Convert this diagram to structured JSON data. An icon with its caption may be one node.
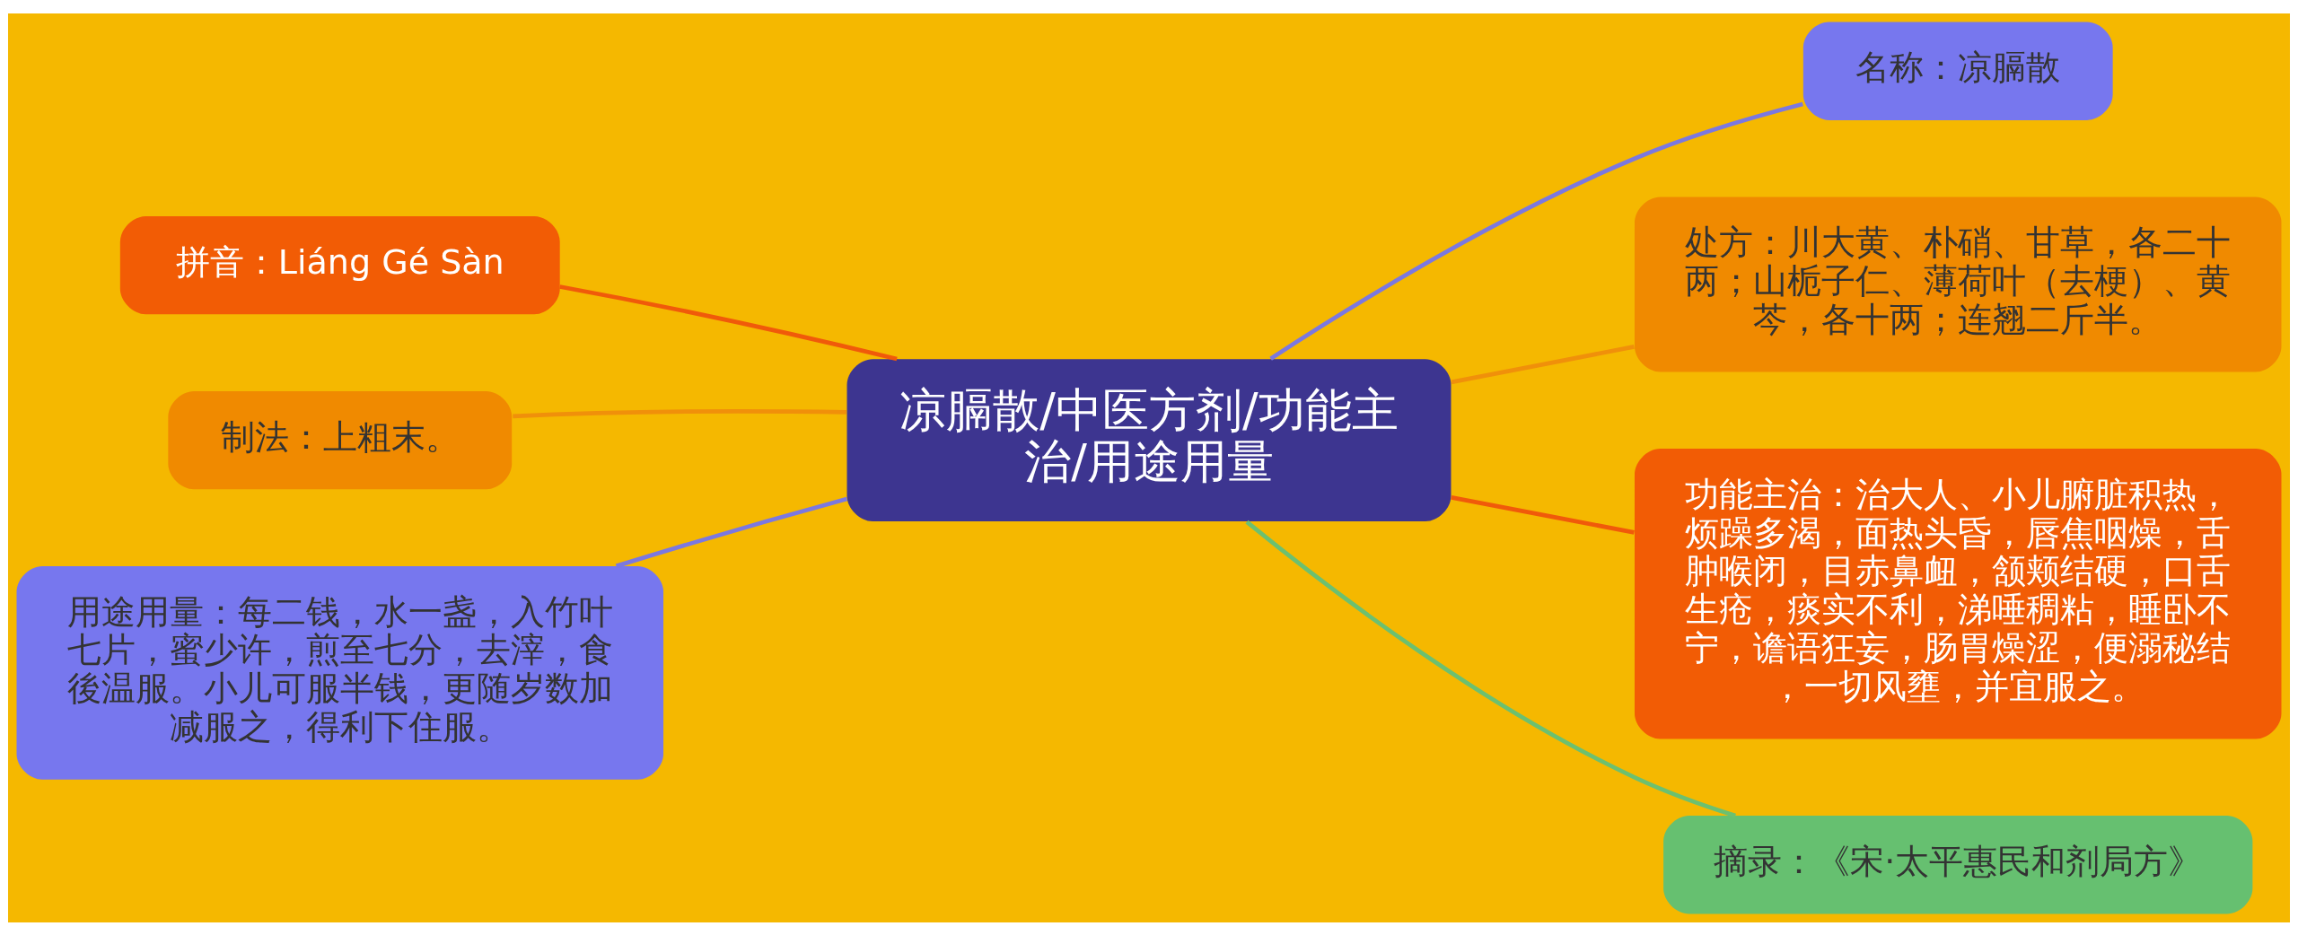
{
  "diagram": {
    "nodes": [
      {
        "text": [
          "凉膈散/中医方剂/功能主治/用途用量"
        ]
      },
      {
        "text": [
          "名称：凉膈散"
        ]
      },
      {
        "text": [
          "拼音：Liáng Gé Sàn"
        ]
      },
      {
        "text": [
          "处方：川大黄、朴硝、甘草，各二十两；山栀子仁、薄荷叶（去梗）、黄芩，各十两；连翘二斤半。"
        ]
      },
      {
        "text": [
          "制法：上粗末。"
        ]
      },
      {
        "text": [
          "功能主治：治大人、小儿腑脏积热，烦躁多渴，面热头昏，唇焦咽燥，舌肿喉闭，目赤鼻衄，颔颊结硬，口舌生疮，痰实不利，涕唾稠粘，睡卧不宁，谵语狂妄，肠胃燥涩，便溺秘结，一切风壅，并宜服之。"
        ]
      },
      {
        "text": [
          "用途用量：每二钱，水一盏，入竹叶七片，蜜少许，煎至七分，去滓，食後温服。小儿可服半钱，更随岁数加减服之，得利下住服。"
        ]
      },
      {
        "text": [
          "摘录：《宋·太平惠民和剂局方》"
        ]
      }
    ],
    "edges": [
      {
        "from": 0,
        "to": 1,
        "arrow": "none",
        "color": "#7b78e0"
      },
      {
        "from": 0,
        "to": 2,
        "arrow": "none",
        "color": "#f05a0a"
      },
      {
        "from": 0,
        "to": 3,
        "arrow": "none",
        "color": "#f0900a"
      },
      {
        "from": 0,
        "to": 4,
        "arrow": "none",
        "color": "#f0900a"
      },
      {
        "from": 0,
        "to": 5,
        "arrow": "none",
        "color": "#f05a0a"
      },
      {
        "from": 0,
        "to": 6,
        "arrow": "none",
        "color": "#7b78e0"
      },
      {
        "from": 0,
        "to": 7,
        "arrow": "none",
        "color": "#6cc070"
      }
    ]
  }
}
